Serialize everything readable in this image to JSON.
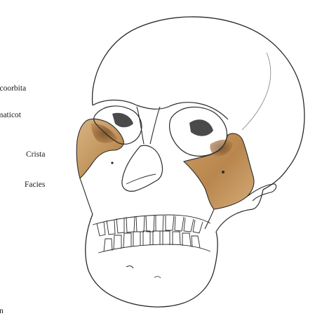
{
  "labels": [
    {
      "text": "aticoorbita"
    },
    {
      "text": "gomaticot"
    },
    {
      "text": "Crista"
    },
    {
      "text": "Facies"
    },
    {
      "text": "en"
    }
  ],
  "colors": {
    "outline": "#2a2a2a",
    "zygomatic_bone": "#c79a5e",
    "zygomatic_bone_shade": "#8a5a2b",
    "background": "#ffffff"
  }
}
